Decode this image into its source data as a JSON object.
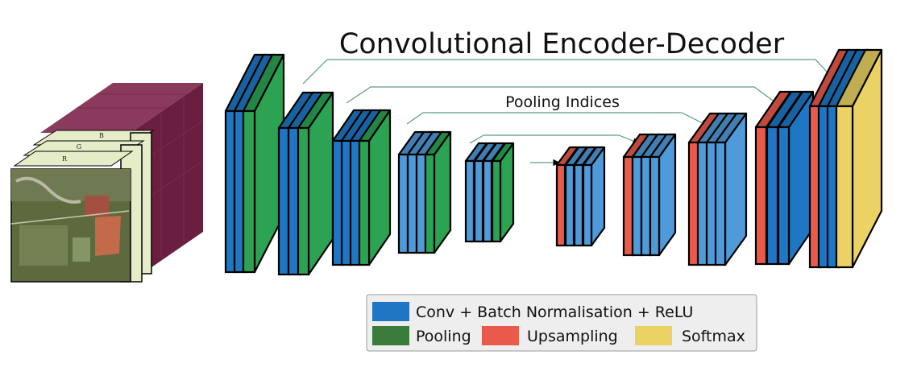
{
  "title": "Convolutional Encoder-Decoder",
  "pooling_indices_label": "Pooling Indices",
  "input_cube": {
    "channel_labels": [
      "B",
      "G",
      "R"
    ]
  },
  "colors": {
    "conv": "#1f77c4",
    "conv_light": "#4f9ad8",
    "pooling": "#2ca353",
    "upsampling": "#ea5a4b",
    "softmax": "#ead264",
    "cube_top": "#8a3a5c",
    "cube_side": "#6b1f40",
    "cube_band": "#e4ecc8",
    "legend_pooling_swatch": "#3a7a3a",
    "legend_bg": "#eeeeee",
    "skip_arrow": "#5a9a8a"
  },
  "legend": {
    "conv": "Conv + Batch Normalisation + ReLU",
    "pooling": "Pooling",
    "upsampling": "Upsampling",
    "softmax": "Softmax"
  },
  "encoder_blocks": [
    {
      "stage": 1,
      "layers": [
        "conv",
        "conv",
        "pooling"
      ]
    },
    {
      "stage": 2,
      "layers": [
        "conv",
        "conv",
        "pooling"
      ]
    },
    {
      "stage": 3,
      "layers": [
        "conv",
        "conv",
        "conv",
        "pooling"
      ]
    },
    {
      "stage": 4,
      "layers": [
        "conv",
        "conv",
        "conv",
        "pooling"
      ]
    },
    {
      "stage": 5,
      "layers": [
        "conv",
        "conv",
        "conv",
        "pooling"
      ]
    }
  ],
  "decoder_blocks": [
    {
      "stage": 5,
      "layers": [
        "upsampling",
        "conv",
        "conv",
        "conv"
      ]
    },
    {
      "stage": 4,
      "layers": [
        "upsampling",
        "conv",
        "conv",
        "conv"
      ]
    },
    {
      "stage": 3,
      "layers": [
        "upsampling",
        "conv",
        "conv",
        "conv"
      ]
    },
    {
      "stage": 2,
      "layers": [
        "upsampling",
        "conv",
        "conv"
      ]
    },
    {
      "stage": 1,
      "layers": [
        "upsampling",
        "conv",
        "conv",
        "softmax"
      ]
    }
  ]
}
